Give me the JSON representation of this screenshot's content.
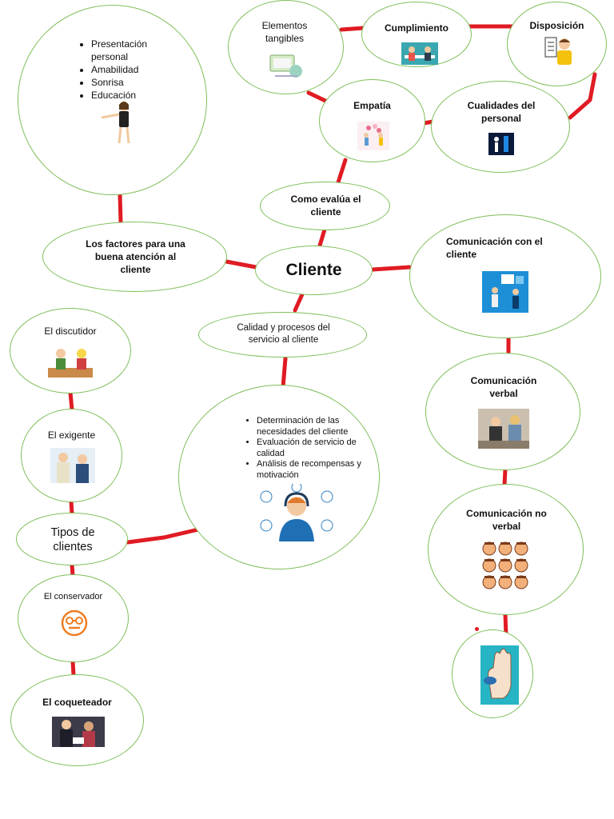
{
  "center": "Cliente",
  "evaluacion": "Como evalúa el cliente",
  "elementos": "Elementos tangibles",
  "cumplimiento": "Cumplimiento",
  "disposicion": "Disposición",
  "empatia": "Empatía",
  "cualidades": "Cualidades del personal",
  "factores": {
    "title": "Los factores para una buena atención al cliente",
    "items": [
      "Presentación personal",
      "Amabilidad",
      "Sonrisa",
      "Educación"
    ]
  },
  "comunicacion": {
    "title": "Comunicación con el cliente",
    "verbal": "Comunicación verbal",
    "no_verbal": "Comunicación no verbal"
  },
  "calidad": {
    "title": "Calidad y procesos del servicio al cliente",
    "items": [
      "Determinación de las necesidades del cliente",
      "Evaluación de servicio de calidad",
      "Análisis de recompensas y motivación"
    ]
  },
  "tipos": {
    "title": "Tipos de clientes",
    "discutidor": "El discutidor",
    "exigente": "El exigente",
    "conservador": "El conservador",
    "coqueteador": "El coqueteador"
  },
  "colors": {
    "connector": "#e01b24",
    "node_border": "#7fbf5a"
  }
}
